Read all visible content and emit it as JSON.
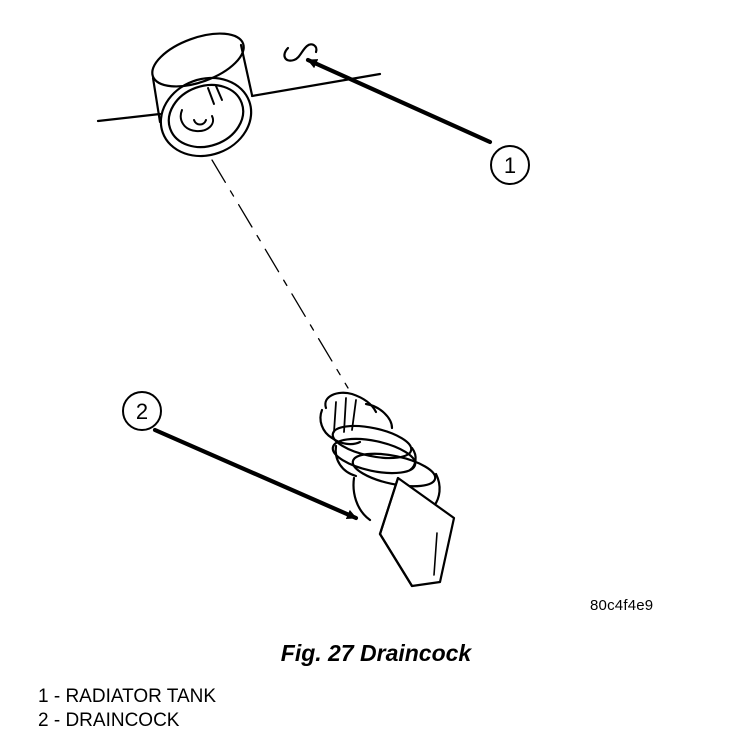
{
  "figure": {
    "part_code": "80c4f4e9",
    "caption": "Fig. 27 Draincock",
    "callouts": [
      {
        "number": "1",
        "target": "RADIATOR TANK"
      },
      {
        "number": "2",
        "target": "DRAINCOCK"
      }
    ],
    "legend": [
      {
        "text": "1 - RADIATOR TANK"
      },
      {
        "text": "2 - DRAINCOCK"
      }
    ]
  }
}
